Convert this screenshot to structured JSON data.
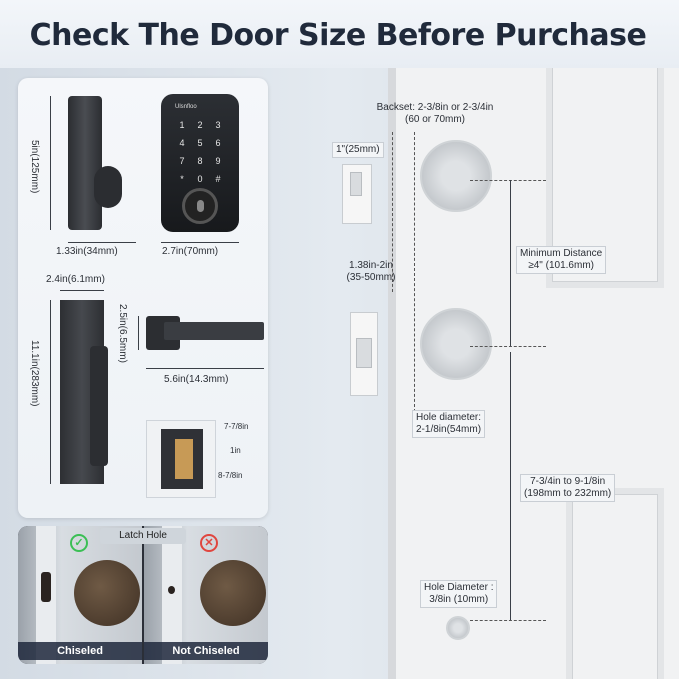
{
  "header": {
    "title": "Check The Door Size Before Purchase"
  },
  "keypad": {
    "brand": "Ulsnfloo",
    "keys": [
      "1",
      "2",
      "3",
      "4",
      "5",
      "6",
      "7",
      "8",
      "9",
      "*",
      "0",
      "#"
    ]
  },
  "dimensions": {
    "keypad_height": "5in(125mm)",
    "deadbolt_depth": "1.33in(34mm)",
    "keypad_width": "2.7in(70mm)",
    "plate_width": "2.4in(6.1mm)",
    "lever_height": "2.5in(6.5mm)",
    "handleset_height": "11.1in(283mm)",
    "lever_length": "5.6in(14.3mm)",
    "latch_backset_large": "7-7/8in",
    "latch_gap": "1in",
    "latch_backset_small": "8-7/8in"
  },
  "latch_compare": {
    "chip": "Latch Hole",
    "good_label": "Chiseled",
    "bad_label": "Not Chiseled",
    "good_icon": "check-icon",
    "bad_icon": "cross-icon",
    "good_color": "#3bbf55",
    "bad_color": "#e0463f"
  },
  "door": {
    "backset": "Backset: 2-3/8in or 2-3/4in",
    "backset_metric": "(60 or 70mm)",
    "latch_face": "1\"(25mm)",
    "door_thickness": "1.38in-2in",
    "door_thickness_metric": "(35-50mm)",
    "min_distance": "Minimum Distance",
    "min_distance_value": "≥4\" (101.6mm)",
    "hole_diameter": "Hole diameter:",
    "hole_diameter_value": "2-1/8in(54mm)",
    "handle_span": "7-3/4in to 9-1/8in",
    "handle_span_metric": "(198mm to 232mm)",
    "small_hole": "Hole Diameter :",
    "small_hole_value": "3/8in (10mm)"
  }
}
